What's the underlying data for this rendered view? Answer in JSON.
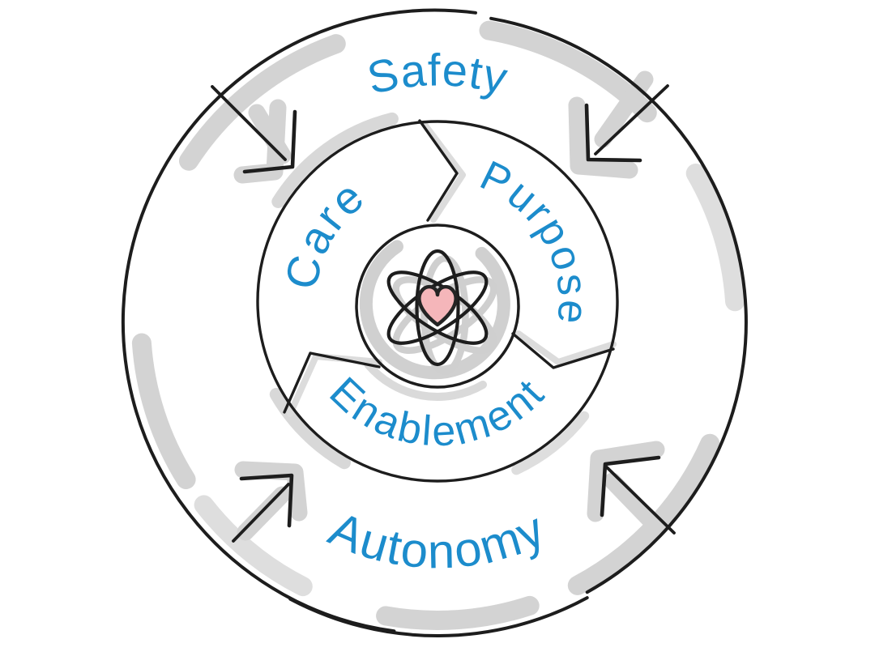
{
  "diagram_name": "empowerment-circle-model",
  "colors": {
    "label_blue": "#1c8ccc",
    "ink_black": "#1d1d1d",
    "marker_gray": "#d3d3d3",
    "heart_pink": "#f5b6ba",
    "background": "#ffffff"
  },
  "outer_ring": {
    "top_label": "Safety",
    "bottom_label": "Autonomy"
  },
  "inner_ring": {
    "segments": [
      "Care",
      "Purpose",
      "Enablement"
    ]
  },
  "core": {
    "icon": "atom-heart-icon"
  },
  "arrows": [
    "inward-arrow-top-left",
    "inward-arrow-top-right",
    "inward-arrow-bottom-left",
    "inward-arrow-bottom-right"
  ]
}
